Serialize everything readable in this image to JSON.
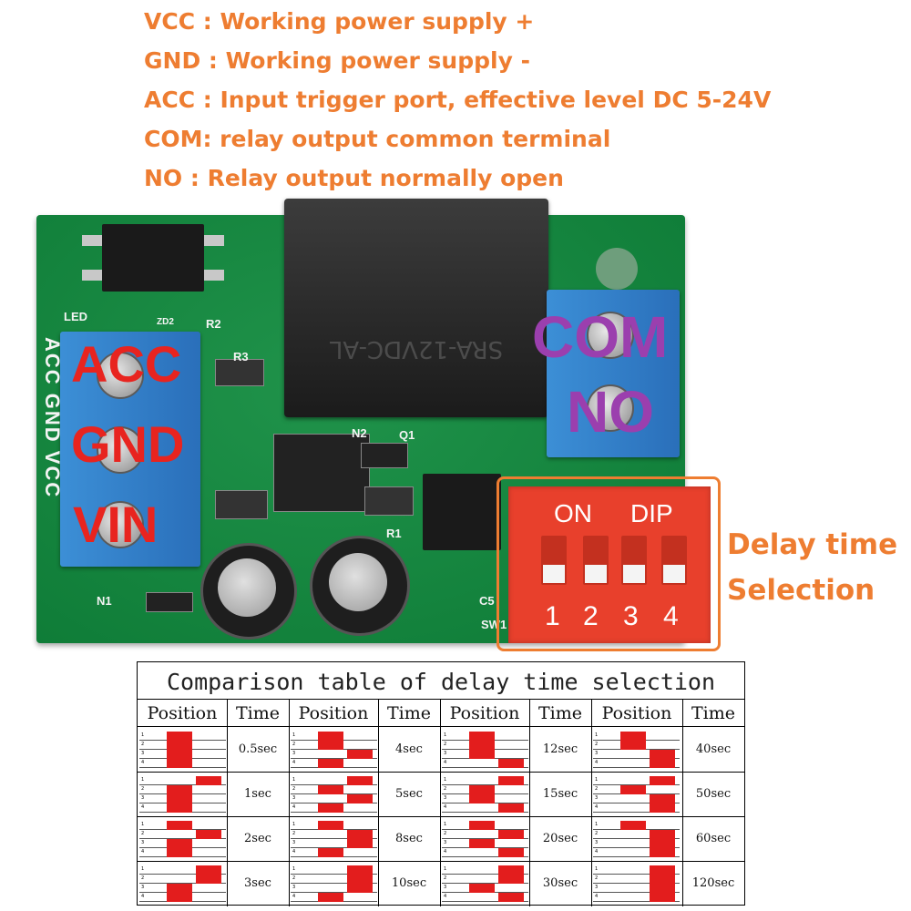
{
  "legend": [
    "VCC : Working power supply +",
    "GND : Working power supply -",
    "ACC : Input trigger port, effective level DC 5-24V",
    "COM: relay output common terminal",
    "NO : Relay output normally open"
  ],
  "board": {
    "overlay_left": [
      "ACC",
      "GND",
      "VIN"
    ],
    "overlay_right": [
      "COM",
      "NO"
    ],
    "silk_vertical": "ACC GND VCC",
    "silk_labels": [
      "R2",
      "R3",
      "N2",
      "Q1",
      "R1",
      "C5",
      "SW1",
      "N1",
      "LED",
      "ZD2"
    ],
    "relay_text": "SRA-12VDC-AL"
  },
  "dip": {
    "on_label": "ON",
    "dip_label": "DIP",
    "numbers": [
      "1",
      "2",
      "3",
      "4"
    ],
    "caption": [
      "Delay time",
      "Selection"
    ]
  },
  "table": {
    "title": "Comparison table of delay time selection",
    "header_position": "Position",
    "header_time": "Time",
    "row_numbers": [
      "1",
      "2",
      "3",
      "4"
    ],
    "columns": [
      [
        {
          "time": "0.5sec",
          "on": [
            false,
            false,
            false,
            false
          ]
        },
        {
          "time": "1sec",
          "on": [
            true,
            false,
            false,
            false
          ]
        },
        {
          "time": "2sec",
          "on": [
            false,
            true,
            false,
            false
          ]
        },
        {
          "time": "3sec",
          "on": [
            true,
            true,
            false,
            false
          ]
        }
      ],
      [
        {
          "time": "4sec",
          "on": [
            false,
            false,
            true,
            false
          ]
        },
        {
          "time": "5sec",
          "on": [
            true,
            false,
            true,
            false
          ]
        },
        {
          "time": "8sec",
          "on": [
            false,
            true,
            true,
            false
          ]
        },
        {
          "time": "10sec",
          "on": [
            true,
            true,
            true,
            false
          ]
        }
      ],
      [
        {
          "time": "12sec",
          "on": [
            false,
            false,
            false,
            true
          ]
        },
        {
          "time": "15sec",
          "on": [
            true,
            false,
            false,
            true
          ]
        },
        {
          "time": "20sec",
          "on": [
            false,
            true,
            false,
            true
          ]
        },
        {
          "time": "30sec",
          "on": [
            true,
            true,
            false,
            true
          ]
        }
      ],
      [
        {
          "time": "40sec",
          "on": [
            false,
            false,
            true,
            true
          ]
        },
        {
          "time": "50sec",
          "on": [
            true,
            false,
            true,
            true
          ]
        },
        {
          "time": "60sec",
          "on": [
            false,
            true,
            true,
            true
          ]
        },
        {
          "time": "120sec",
          "on": [
            true,
            true,
            true,
            true
          ]
        }
      ]
    ]
  },
  "colors": {
    "orange": "#ee7d31",
    "red_overlay": "#e8241f",
    "purple_overlay": "#9b3fae",
    "pcb_green": "#0f8b3d",
    "terminal_blue": "#2f7fcc",
    "dip_red": "#e8402c",
    "pattern_red": "#e31d1d"
  }
}
